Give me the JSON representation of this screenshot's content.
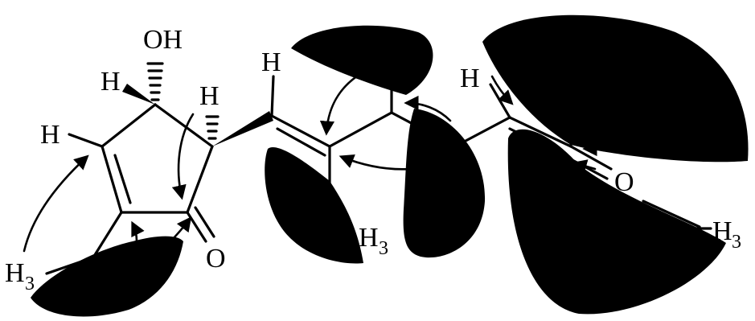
{
  "labels": {
    "oh": "OH",
    "h_oh_carbon": "H",
    "h_ring_right": "H",
    "h_ring_left": "H",
    "h_vinyl": "H",
    "h_right": "H",
    "o_ketone": "O",
    "o_right": "O",
    "h3_left": "H",
    "h3_left_sub": "3",
    "h3_mid": "H",
    "h3_mid_sub": "3",
    "h3_right": "H",
    "h3_right_sub": "3"
  },
  "colors": {
    "ink": "#000000",
    "background": "#ffffff"
  }
}
